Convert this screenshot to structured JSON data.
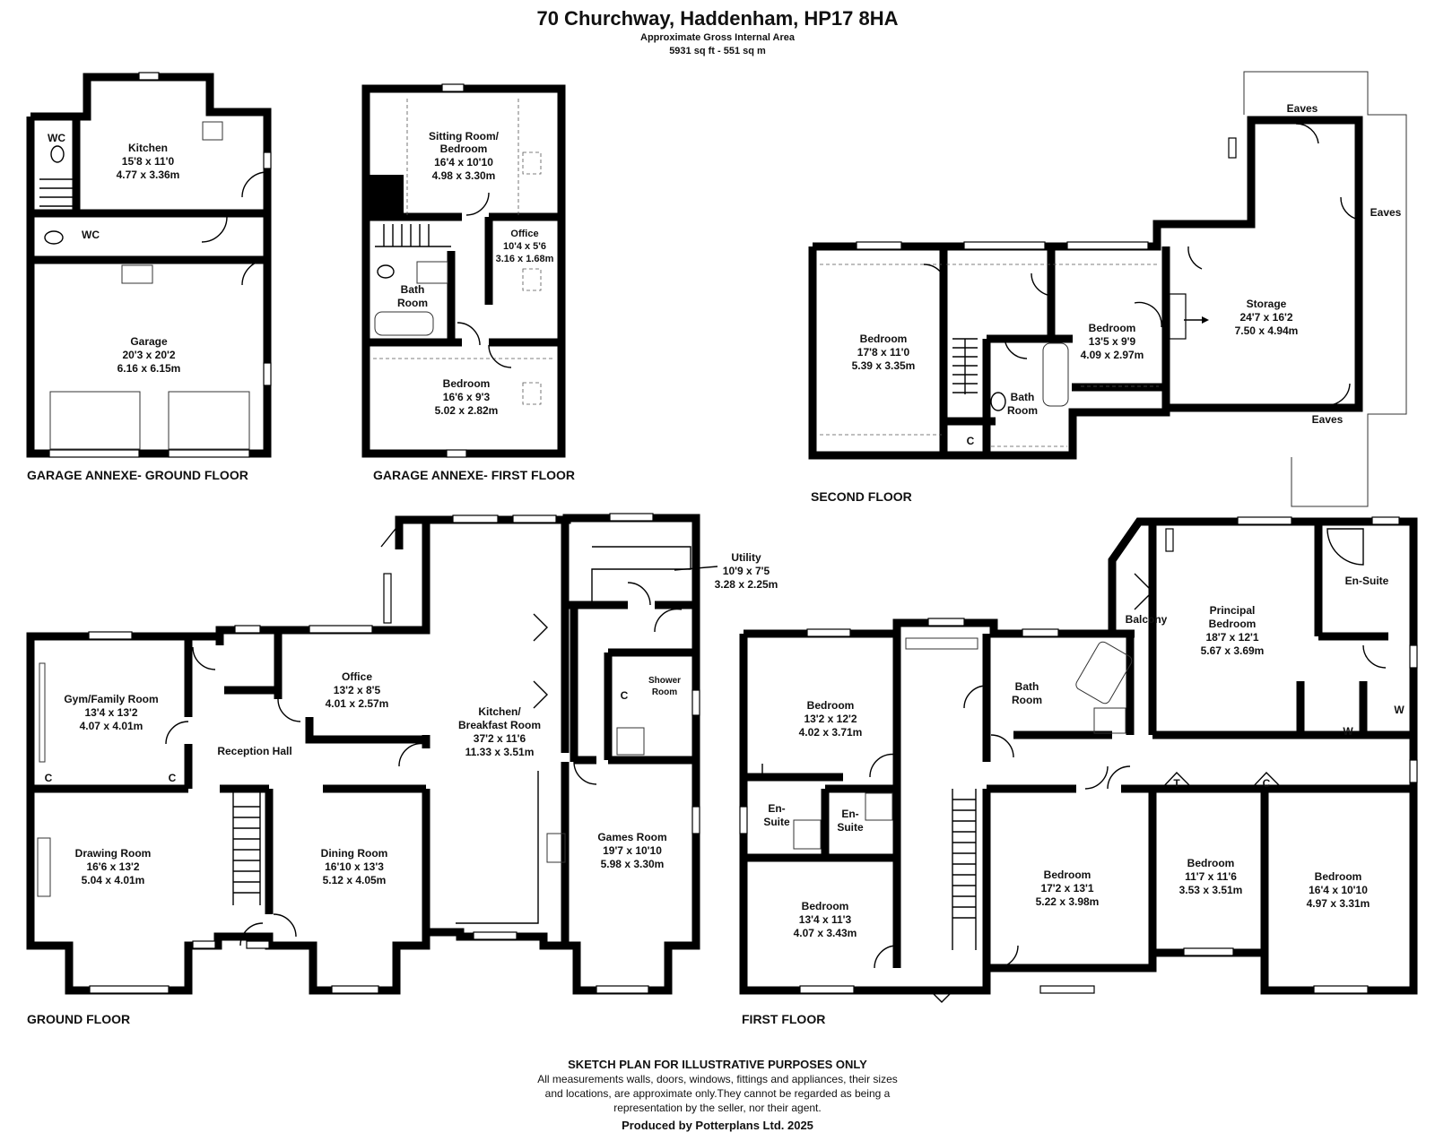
{
  "header": {
    "title": "70 Churchway, Haddenham, HP17 8HA",
    "subtitle": "Approximate Gross Internal Area",
    "area": "5931 sq ft - 551 sq m"
  },
  "floors": {
    "annexe_ground": "GARAGE ANNEXE- GROUND FLOOR",
    "annexe_first": "GARAGE ANNEXE- FIRST FLOOR",
    "second": "SECOND FLOOR",
    "ground": "GROUND FLOOR",
    "first": "FIRST FLOOR"
  },
  "rooms": {
    "ag_wc1": {
      "name": "WC"
    },
    "ag_kitchen": {
      "name": "Kitchen",
      "imperial": "15'8 x 11'0",
      "metric": "4.77 x 3.36m"
    },
    "ag_wc2": {
      "name": "WC"
    },
    "ag_garage": {
      "name": "Garage",
      "imperial": "20'3 x 20'2",
      "metric": "6.16 x 6.15m"
    },
    "af_sitting": {
      "name1": "Sitting Room/",
      "name2": "Bedroom",
      "imperial": "16'4 x 10'10",
      "metric": "4.98 x 3.30m"
    },
    "af_office": {
      "name": "Office",
      "imperial": "10'4 x 5'6",
      "metric": "3.16 x 1.68m"
    },
    "af_bath": {
      "name1": "Bath",
      "name2": "Room"
    },
    "af_bedroom": {
      "name": "Bedroom",
      "imperial": "16'6 x 9'3",
      "metric": "5.02 x 2.82m"
    },
    "sf_bedroom1": {
      "name": "Bedroom",
      "imperial": "17'8 x 11'0",
      "metric": "5.39 x 3.35m"
    },
    "sf_bedroom2": {
      "name": "Bedroom",
      "imperial": "13'5 x 9'9",
      "metric": "4.09 x 2.97m"
    },
    "sf_bath": {
      "name1": "Bath",
      "name2": "Room"
    },
    "sf_storage": {
      "name": "Storage",
      "imperial": "24'7 x 16'2",
      "metric": "7.50 x 4.94m"
    },
    "sf_eaves": [
      "Eaves",
      "Eaves",
      "Eaves"
    ],
    "sf_cupboard": "C",
    "g_gym": {
      "name": "Gym/Family Room",
      "imperial": "13'4 x 13'2",
      "metric": "4.07 x 4.01m"
    },
    "g_office": {
      "name": "Office",
      "imperial": "13'2 x 8'5",
      "metric": "4.01 x 2.57m"
    },
    "g_hall": {
      "name": "Reception Hall"
    },
    "g_kitchen": {
      "name1": "Kitchen/",
      "name2": "Breakfast Room",
      "imperial": "37'2 x 11'6",
      "metric": "11.33 x 3.51m"
    },
    "g_utility": {
      "name": "Utility",
      "imperial": "10'9 x 7'5",
      "metric": "3.28 x 2.25m"
    },
    "g_shower": {
      "name1": "Shower",
      "name2": "Room"
    },
    "g_drawing": {
      "name": "Drawing Room",
      "imperial": "16'6 x 13'2",
      "metric": "5.04 x 4.01m"
    },
    "g_dining": {
      "name": "Dining Room",
      "imperial": "16'10 x 13'3",
      "metric": "5.12 x 4.05m"
    },
    "g_games": {
      "name": "Games Room",
      "imperial": "19'7 x 10'10",
      "metric": "5.98 x 3.30m"
    },
    "g_cupboards": [
      "C",
      "C",
      "C"
    ],
    "f_bedroom1": {
      "name": "Bedroom",
      "imperial": "13'2 x 12'2",
      "metric": "4.02 x 3.71m"
    },
    "f_bath": {
      "name1": "Bath",
      "name2": "Room"
    },
    "f_balcony": {
      "name": "Balcony"
    },
    "f_principal": {
      "name1": "Principal",
      "name2": "Bedroom",
      "imperial": "18'7 x 12'1",
      "metric": "5.67 x 3.69m"
    },
    "f_ensuite_main": {
      "name": "En-Suite"
    },
    "f_ensuite1": {
      "name1": "En-",
      "name2": "Suite"
    },
    "f_ensuite2": {
      "name1": "En-",
      "name2": "Suite"
    },
    "f_bedroom2": {
      "name": "Bedroom",
      "imperial": "13'4 x 11'3",
      "metric": "4.07 x 3.43m"
    },
    "f_bedroom3": {
      "name": "Bedroom",
      "imperial": "17'2 x 13'1",
      "metric": "5.22 x 3.98m"
    },
    "f_bedroom4": {
      "name": "Bedroom",
      "imperial": "11'7 x 11'6",
      "metric": "3.53 x 3.51m"
    },
    "f_bedroom5": {
      "name": "Bedroom",
      "imperial": "16'4 x 10'10",
      "metric": "4.97 x 3.31m"
    },
    "f_wardrobes": [
      "W",
      "W"
    ],
    "f_tank": "T",
    "f_cupboard": "C"
  },
  "footer": {
    "disclaimer_title": "SKETCH PLAN FOR ILLUSTRATIVE PURPOSES ONLY",
    "line1": "All measurements walls, doors, windows, fittings and appliances, their sizes",
    "line2": "and locations, are approximate only.They cannot be regarded as being a",
    "line3": "representation by the seller, nor their agent.",
    "credit": "Produced by Potterplans Ltd. 2025"
  }
}
